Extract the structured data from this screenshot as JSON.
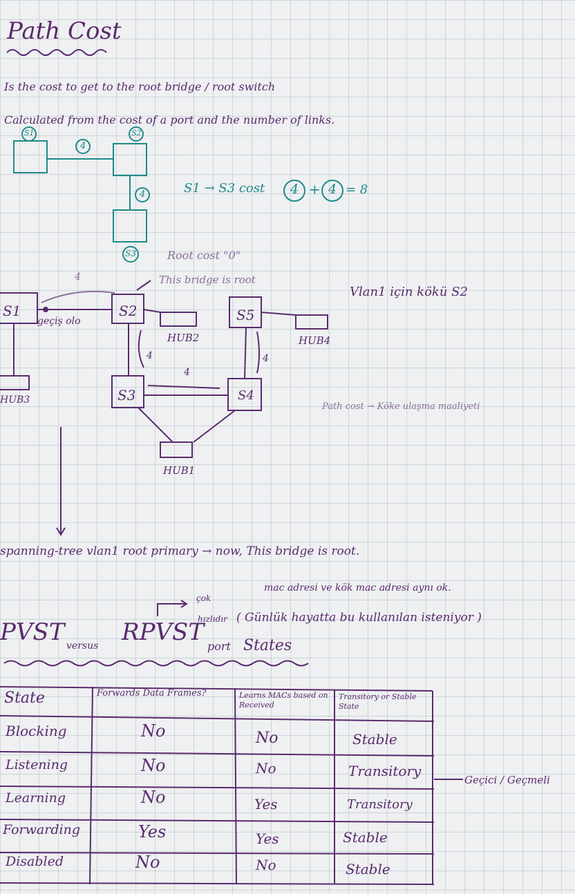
{
  "title": "Path Cost",
  "intro": {
    "line1": "Is the cost to get to the root bridge / root switch",
    "line2": "Calculated from the cost of a port and the number of links."
  },
  "example": {
    "switch_s1": "S1",
    "switch_s2": "S2",
    "switch_s3": "S3",
    "cost_s1_s2": "4",
    "cost_s2_s3": "4",
    "formula_prefix": "S1 → S3 cost",
    "term_a": "4",
    "plus": "+",
    "term_b": "4",
    "formula_result": "= 8",
    "root_cost": "Root cost \"0\""
  },
  "topology": {
    "cost_top": "4",
    "root_note": "This bridge is root",
    "s1": "S1",
    "gecis": "geçiş olo",
    "s2": "S2",
    "hub2": "HUB2",
    "s5": "S5",
    "hub4": "HUB4",
    "hub3": "HUB3",
    "cost_s3_s2": "4",
    "cost_s4_s3": "4",
    "cost_s4_s5": "4",
    "s3": "S3",
    "s4": "S4",
    "hub1": "HUB1",
    "vlan_note": "Vlan1 için kökü S2",
    "path_cost_note": "Path cost → Köke ulaşma maaliyeti"
  },
  "spanning": {
    "line1": "spanning-tree vlan1 root primary → now, This bridge is root.",
    "line2": "mac adresi ve kök mac adresi aynı ok.",
    "cok": "çok",
    "hizlidir": "hızlıdır",
    "line3": "( Günlük hayatta bu kullanılan isteniyor )"
  },
  "states": {
    "heading_a": "PVST",
    "heading_versus": "versus",
    "heading_b": "RPVST",
    "heading_port": "port",
    "heading_states": "States",
    "columns": [
      "State",
      "Forwards Data Frames?",
      "Learns MACs based on Received",
      "Transitory or Stable State"
    ],
    "rows": [
      [
        "Blocking",
        "No",
        "No",
        "Stable"
      ],
      [
        "Listening",
        "No",
        "No",
        "Transitory"
      ],
      [
        "Learning",
        "No",
        "Yes",
        "Transitory"
      ],
      [
        "Forwarding",
        "Yes",
        "Yes",
        "Stable"
      ],
      [
        "Disabled",
        "No",
        "No",
        "Stable"
      ]
    ],
    "side_note": "Geçici / Geçmeli"
  },
  "colors": {
    "ink_purple": "#5a2a6e",
    "ink_teal": "#1f8a8a",
    "pencil": "#8a6f9a",
    "paper": "#eef0f1"
  }
}
